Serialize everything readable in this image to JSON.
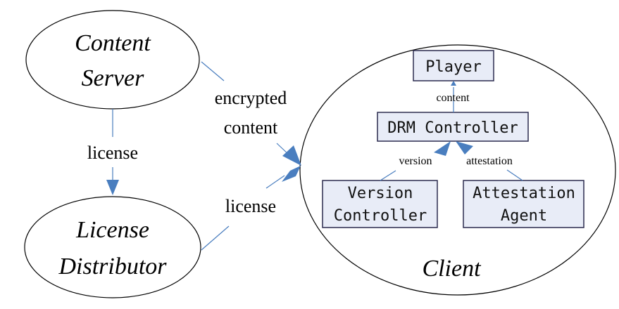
{
  "nodes": {
    "content_server": {
      "line1": "Content",
      "line2": "Server"
    },
    "license_distributor": {
      "line1": "License",
      "line2": "Distributor"
    },
    "client": {
      "label": "Client"
    },
    "player": {
      "label": "Player"
    },
    "drm_controller": {
      "label": "DRM Controller"
    },
    "version_controller": {
      "line1": "Version",
      "line2": "Controller"
    },
    "attestation_agent": {
      "line1": "Attestation",
      "line2": "Agent"
    }
  },
  "edges": {
    "server_to_distributor": "license",
    "server_to_client": {
      "line1": "encrypted",
      "line2": "content"
    },
    "distributor_to_client": "license",
    "drm_to_player": "content",
    "version_to_drm": "version",
    "attestation_to_drm": "attestation"
  },
  "colors": {
    "line": "#000000",
    "connector": "#4a7ebf",
    "box_fill": "#e8ecf7",
    "box_stroke": "#2b2b4f"
  }
}
